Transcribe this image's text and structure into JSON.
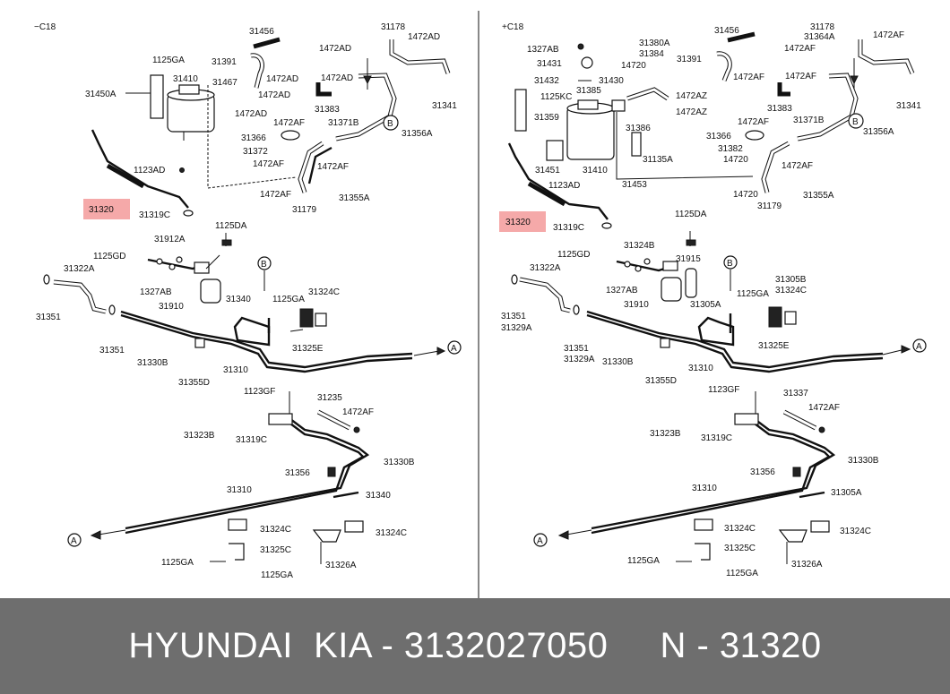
{
  "left_panel": {
    "variant": "−C18",
    "labels": {
      "p31456": "31456",
      "p31178": "31178",
      "p1472AD_a": "1472AD",
      "p1472AD_b": "1472AD",
      "p1125GA_a": "1125GA",
      "p31391": "31391",
      "p31410": "31410",
      "p1472AD_c": "1472AD",
      "p1472AD_d": "1472AD",
      "p31450A": "31450A",
      "p31467": "31467",
      "p1472AD_e": "1472AD",
      "p31383": "31383",
      "p31341": "31341",
      "p1472AD_f": "1472AD",
      "p1472AF_a": "1472AF",
      "p31371B": "31371B",
      "p31366": "31366",
      "p31356A": "31356A",
      "p31372": "31372",
      "p1472AF_b": "1472AF",
      "p1472AF_c": "1472AF",
      "p1123AD": "1123AD",
      "p1472AF_d": "1472AF",
      "p31355A": "31355A",
      "p31179": "31179",
      "p31320": "31320",
      "p31319C": "31319C",
      "p1125DA": "1125DA",
      "p31912A": "31912A",
      "p1125GD": "1125GD",
      "p31322A": "31322A",
      "p1327AB": "1327AB",
      "p31340": "31340",
      "p1125GA_b": "1125GA",
      "p31324C": "31324C",
      "p31910": "31910",
      "p31351_a": "31351",
      "p31351_b": "31351",
      "p31330B": "31330B",
      "p31325E": "31325E",
      "p31310": "31310",
      "p31355D": "31355D",
      "p1123GF": "1123GF",
      "p31235": "31235",
      "p1472AF_e": "1472AF",
      "p31323B": "31323B",
      "p31319C_b": "31319C",
      "p31356": "31356",
      "p31330B_b": "31330B",
      "p31310_b": "31310",
      "p31340_b": "31340",
      "p31324C_b": "31324C",
      "p31324C_c": "31324C",
      "p31325C": "31325C",
      "p1125GA_c": "1125GA",
      "p1125GA_d": "1125GA",
      "p31326A": "31326A",
      "refA1": "A",
      "refA2": "A",
      "refB1": "B",
      "refB2": "B"
    }
  },
  "right_panel": {
    "variant": "+C18",
    "labels": {
      "p1327AB": "1327AB",
      "p31431": "31431",
      "p31432": "31432",
      "p1125KC": "1125KC",
      "p31359": "31359",
      "p31385": "31385",
      "p31430": "31430",
      "p31380A": "31380A",
      "p31384": "31384",
      "p14720_a": "14720",
      "p1472AZ_a": "1472AZ",
      "p1472AZ_b": "1472AZ",
      "p31386": "31386",
      "p31135A": "31135A",
      "p31451": "31451",
      "p31410": "31410",
      "p31453": "31453",
      "p31456": "31456",
      "p31178": "31178",
      "p31364A": "31364A",
      "p1472AF_a": "1472AF",
      "p1472AF_b": "1472AF",
      "p31391": "31391",
      "p1472AF_c": "1472AF",
      "p1472AF_d": "1472AF",
      "p31383": "31383",
      "p31341": "31341",
      "p1472AF_e": "1472AF",
      "p31371B": "31371B",
      "p31366": "31366",
      "p31356A": "31356A",
      "p31382": "31382",
      "p14720_b": "14720",
      "p1472AF_f": "1472AF",
      "p14720_c": "14720",
      "p31355A": "31355A",
      "p31179": "31179",
      "p1123AD": "1123AD",
      "p31320": "31320",
      "p31319C": "31319C",
      "p1125DA": "1125DA",
      "p31324B": "31324B",
      "p1125GD": "1125GD",
      "p31915": "31915",
      "p31322A": "31322A",
      "p1327AB_b": "1327AB",
      "p31305B": "31305B",
      "p31324C": "31324C",
      "p1125GA": "1125GA",
      "p31910": "31910",
      "p31305A": "31305A",
      "p31351_a": "31351",
      "p31329A_a": "31329A",
      "p31351_b": "31351",
      "p31329A_b": "31329A",
      "p31330B": "31330B",
      "p31325E": "31325E",
      "p31310": "31310",
      "p31355D": "31355D",
      "p1123GF": "1123GF",
      "p31337": "31337",
      "p1472AF_g": "1472AF",
      "p31323B": "31323B",
      "p31319C_b": "31319C",
      "p31356": "31356",
      "p31330B_b": "31330B",
      "p31310_b": "31310",
      "p31305A_b": "31305A",
      "p31324C_b": "31324C",
      "p31324C_c": "31324C",
      "p31325C": "31325C",
      "p1125GA_b": "1125GA",
      "p1125GA_c": "1125GA",
      "p31326A": "31326A",
      "refA1": "A",
      "refA2": "A",
      "refB1": "B",
      "refB2": "B"
    }
  },
  "highlight_color": "#f39a9a",
  "footer": {
    "text": "HYUNDAI  KIA - 3132027050     N - 31320",
    "background": "#6e6e6e"
  }
}
